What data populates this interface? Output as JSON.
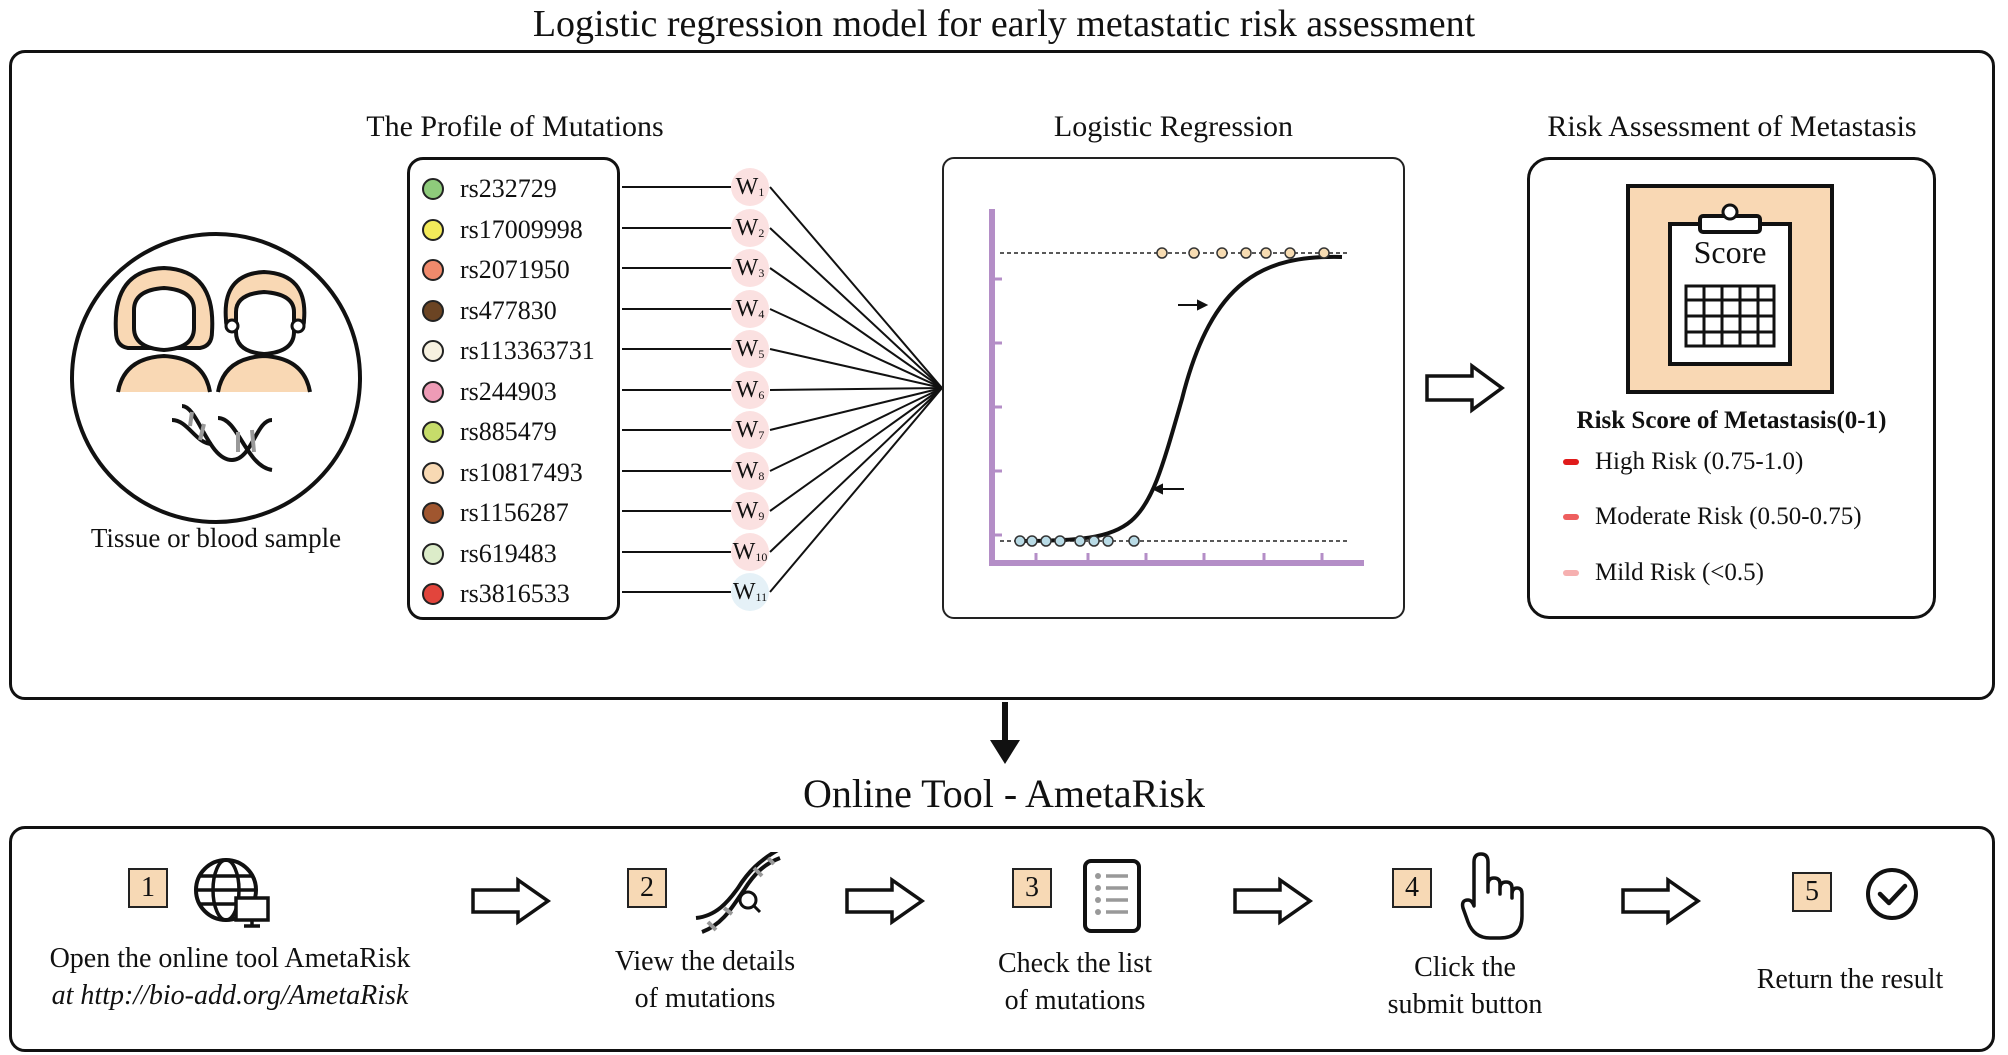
{
  "title": "Logistic regression model for early metastatic risk assessment",
  "sample": {
    "label": "Tissue or blood sample"
  },
  "mutations": {
    "title": "The Profile of Mutations",
    "items": [
      {
        "id": "rs232729",
        "color": "#8ecb7b",
        "weight": "W",
        "sub": "1"
      },
      {
        "id": "rs17009998",
        "color": "#f3ea5a",
        "weight": "W",
        "sub": "2"
      },
      {
        "id": "rs2071950",
        "color": "#f08a6c",
        "weight": "W",
        "sub": "3"
      },
      {
        "id": "rs477830",
        "color": "#6b4423",
        "weight": "W",
        "sub": "4"
      },
      {
        "id": "rs113363731",
        "color": "#f7f1e0",
        "weight": "W",
        "sub": "5"
      },
      {
        "id": "rs244903",
        "color": "#ee9bb6",
        "weight": "W",
        "sub": "6"
      },
      {
        "id": "rs885479",
        "color": "#c6dc6a",
        "weight": "W",
        "sub": "7"
      },
      {
        "id": "rs10817493",
        "color": "#f8d9b3",
        "weight": "W",
        "sub": "8"
      },
      {
        "id": "rs1156287",
        "color": "#a0562f",
        "weight": "W",
        "sub": "9"
      },
      {
        "id": "rs619483",
        "color": "#dcecc9",
        "weight": "W",
        "sub": "10"
      },
      {
        "id": "rs3816533",
        "color": "#e2453c",
        "weight": "W",
        "sub": "11"
      }
    ]
  },
  "logistic": {
    "title": "Logistic Regression"
  },
  "risk": {
    "title": "Risk Assessment of Metastasis",
    "clipboard_label": "Score",
    "score_title": "Risk Score of Metastasis(0-1)",
    "levels": [
      {
        "label": "High Risk (0.75-1.0)",
        "color": "#e01b1b"
      },
      {
        "label": "Moderate Risk (0.50-0.75)",
        "color": "#ee5e5e"
      },
      {
        "label": "Mild Risk (<0.5)",
        "color": "#f6b0b0"
      }
    ]
  },
  "online": {
    "title": "Online Tool - AmetaRisk",
    "steps": [
      {
        "num": "1",
        "line1": "Open the online tool AmetaRisk",
        "line2": "at http://bio-add.org/AmetaRisk",
        "icon": "globe-monitor-icon"
      },
      {
        "num": "2",
        "line1": "View the details",
        "line2": "of mutations",
        "icon": "dna-search-icon"
      },
      {
        "num": "3",
        "line1": "Check the list",
        "line2": "of mutations",
        "icon": "list-icon"
      },
      {
        "num": "4",
        "line1": "Click the",
        "line2": "submit button",
        "icon": "pointer-hand-icon"
      },
      {
        "num": "5",
        "line1": "Return the result",
        "line2": "",
        "icon": "check-circle-icon"
      }
    ]
  }
}
